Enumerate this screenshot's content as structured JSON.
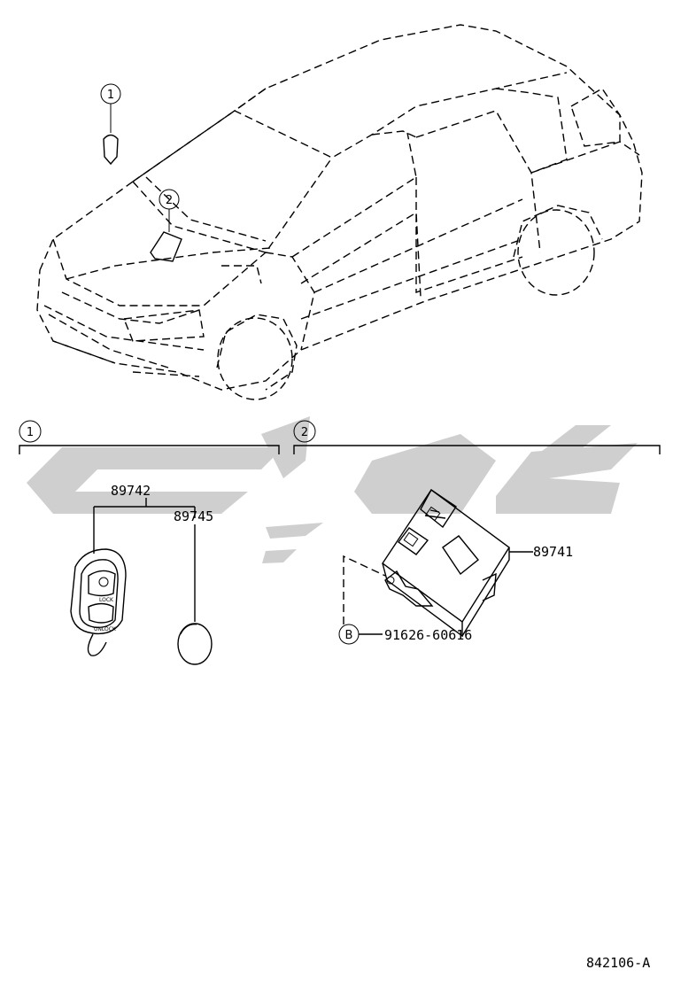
{
  "callouts": {
    "car_1": "1",
    "car_2": "2",
    "group_1": "1",
    "group_2": "2",
    "bolt": "B"
  },
  "parts": {
    "transmitter": "89742",
    "battery": "89745",
    "receiver": "89741",
    "bolt_number": "91626-60616"
  },
  "key_buttons": {
    "lock": "LOCK",
    "unlock": "UNLOCK"
  },
  "figure_code": "842106-A",
  "watermark": {
    "color": "#cfcfcf"
  }
}
